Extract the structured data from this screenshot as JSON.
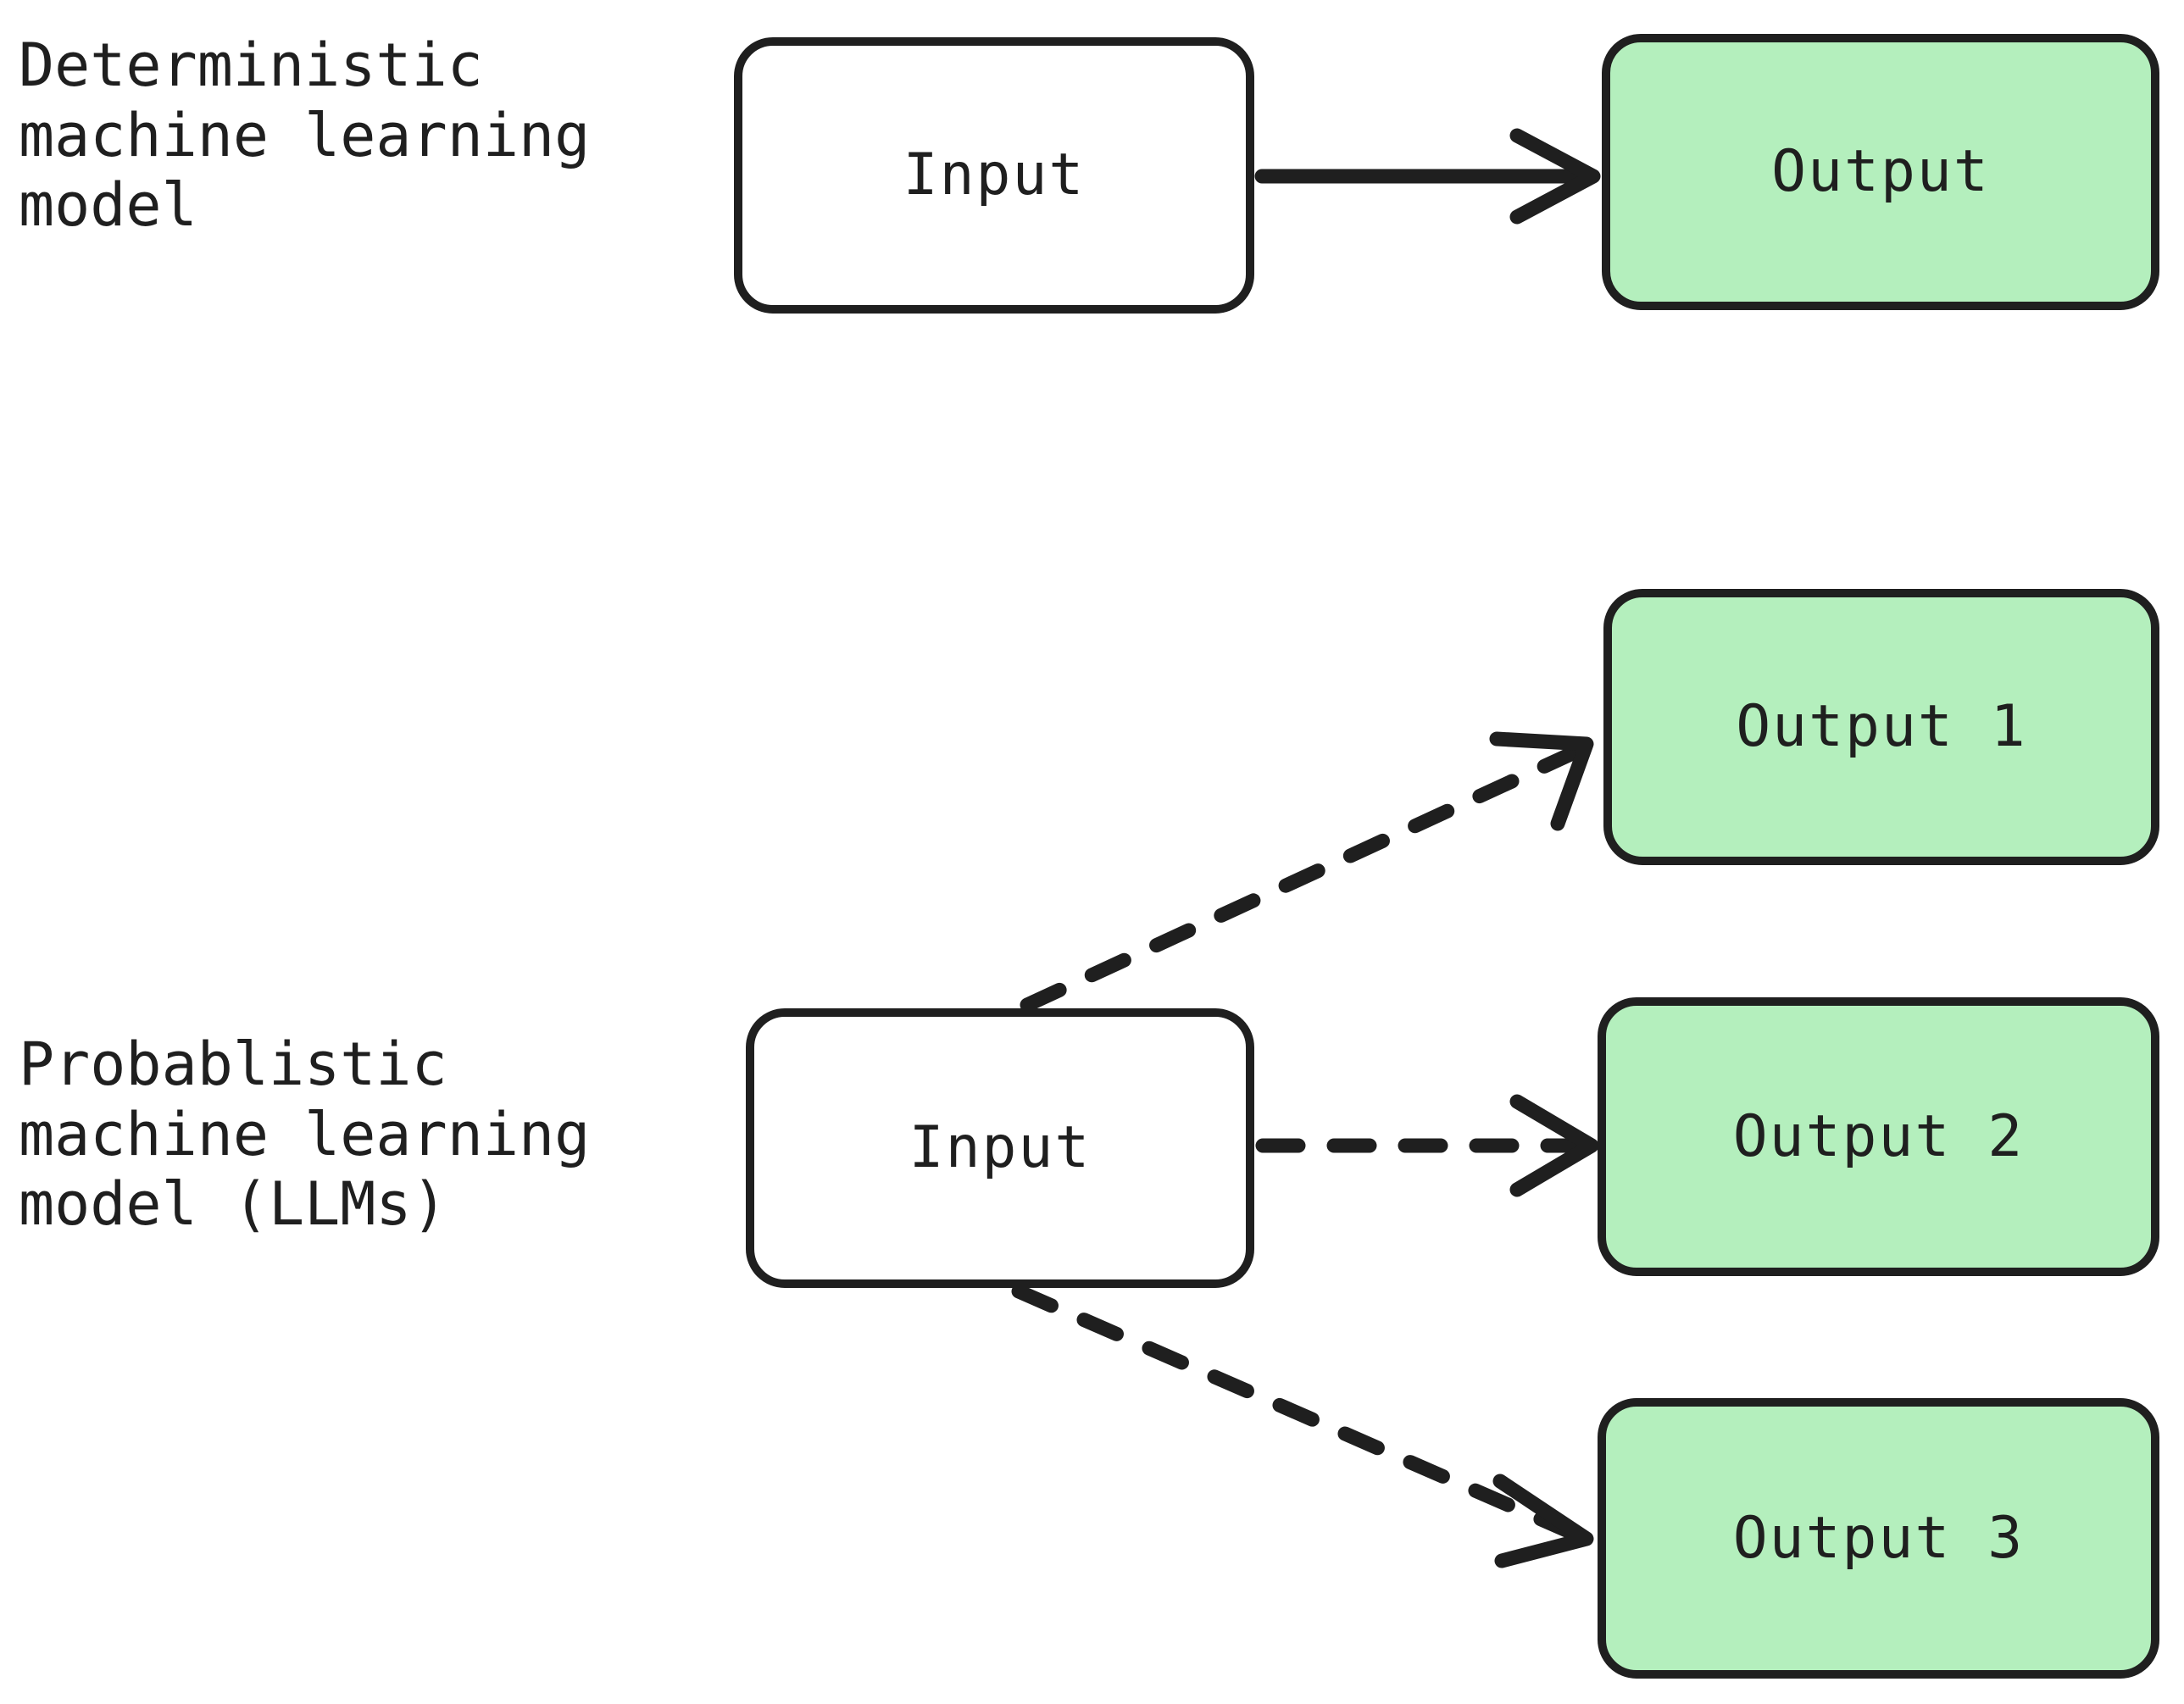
{
  "diagram": {
    "title_text_present": false,
    "background_color": "#ffffff",
    "stroke_color": "#1f1f1f",
    "output_fill_color": "#b4efbd",
    "input_fill_color": "#ffffff",
    "sections": [
      {
        "id": "deterministic",
        "label": "Deterministic\nmachine learning\nmodel",
        "input": {
          "label": "Input"
        },
        "edge_style": "solid",
        "outputs": [
          {
            "label": "Output"
          }
        ]
      },
      {
        "id": "probabilistic",
        "label": "Probablistic\nmachine learning\nmodel (LLMs)",
        "input": {
          "label": "Input"
        },
        "edge_style": "dashed",
        "outputs": [
          {
            "label": "Output 1"
          },
          {
            "label": "Output 2"
          },
          {
            "label": "Output 3"
          }
        ]
      }
    ],
    "edges": [
      {
        "id": "edge-det-1",
        "from": "Input",
        "to": "Output",
        "style": "solid",
        "arrowhead": "open-v"
      },
      {
        "id": "edge-prob-1",
        "from": "Input",
        "to": "Output 1",
        "style": "dashed",
        "arrowhead": "open-v"
      },
      {
        "id": "edge-prob-2",
        "from": "Input",
        "to": "Output 2",
        "style": "dashed",
        "arrowhead": "open-v"
      },
      {
        "id": "edge-prob-3",
        "from": "Input",
        "to": "Output 3",
        "style": "dashed",
        "arrowhead": "open-v"
      }
    ]
  }
}
